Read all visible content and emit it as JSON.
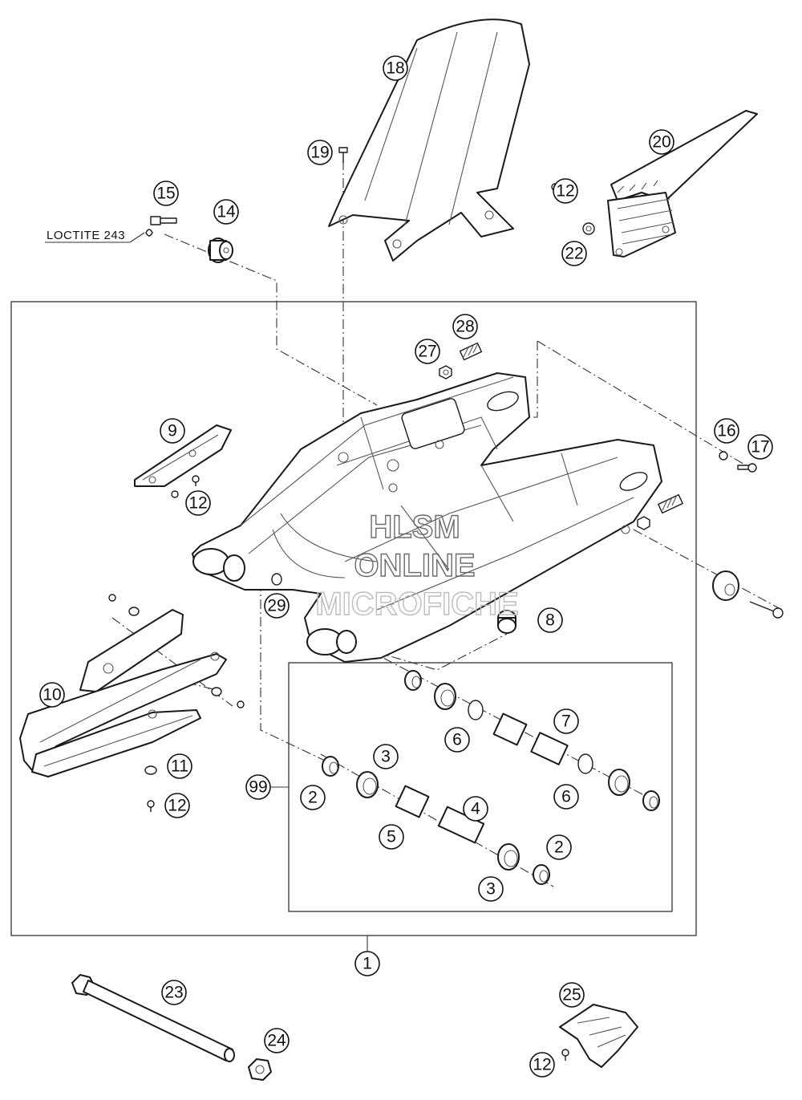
{
  "callouts": [
    {
      "id": "c1",
      "label": "1"
    },
    {
      "id": "c2a",
      "label": "2"
    },
    {
      "id": "c2b",
      "label": "2"
    },
    {
      "id": "c3a",
      "label": "3"
    },
    {
      "id": "c3b",
      "label": "3"
    },
    {
      "id": "c4",
      "label": "4"
    },
    {
      "id": "c5",
      "label": "5"
    },
    {
      "id": "c6a",
      "label": "6"
    },
    {
      "id": "c6b",
      "label": "6"
    },
    {
      "id": "c7",
      "label": "7"
    },
    {
      "id": "c8",
      "label": "8"
    },
    {
      "id": "c9",
      "label": "9"
    },
    {
      "id": "c10",
      "label": "10"
    },
    {
      "id": "c11",
      "label": "11"
    },
    {
      "id": "c12a",
      "label": "12"
    },
    {
      "id": "c12b",
      "label": "12"
    },
    {
      "id": "c12c",
      "label": "12"
    },
    {
      "id": "c12d",
      "label": "12"
    },
    {
      "id": "c14",
      "label": "14"
    },
    {
      "id": "c15",
      "label": "15"
    },
    {
      "id": "c16",
      "label": "16"
    },
    {
      "id": "c17",
      "label": "17"
    },
    {
      "id": "c18",
      "label": "18"
    },
    {
      "id": "c19",
      "label": "19"
    },
    {
      "id": "c20",
      "label": "20"
    },
    {
      "id": "c22",
      "label": "22"
    },
    {
      "id": "c23",
      "label": "23"
    },
    {
      "id": "c24",
      "label": "24"
    },
    {
      "id": "c25",
      "label": "25"
    },
    {
      "id": "c27",
      "label": "27"
    },
    {
      "id": "c28",
      "label": "28"
    },
    {
      "id": "c29",
      "label": "29"
    },
    {
      "id": "c99",
      "label": "99"
    }
  ],
  "note": {
    "text": "LOCTITE 243"
  },
  "watermark": {
    "line1": "HLSM",
    "line2": "ONLINE",
    "line3": "MICROFICHE"
  }
}
